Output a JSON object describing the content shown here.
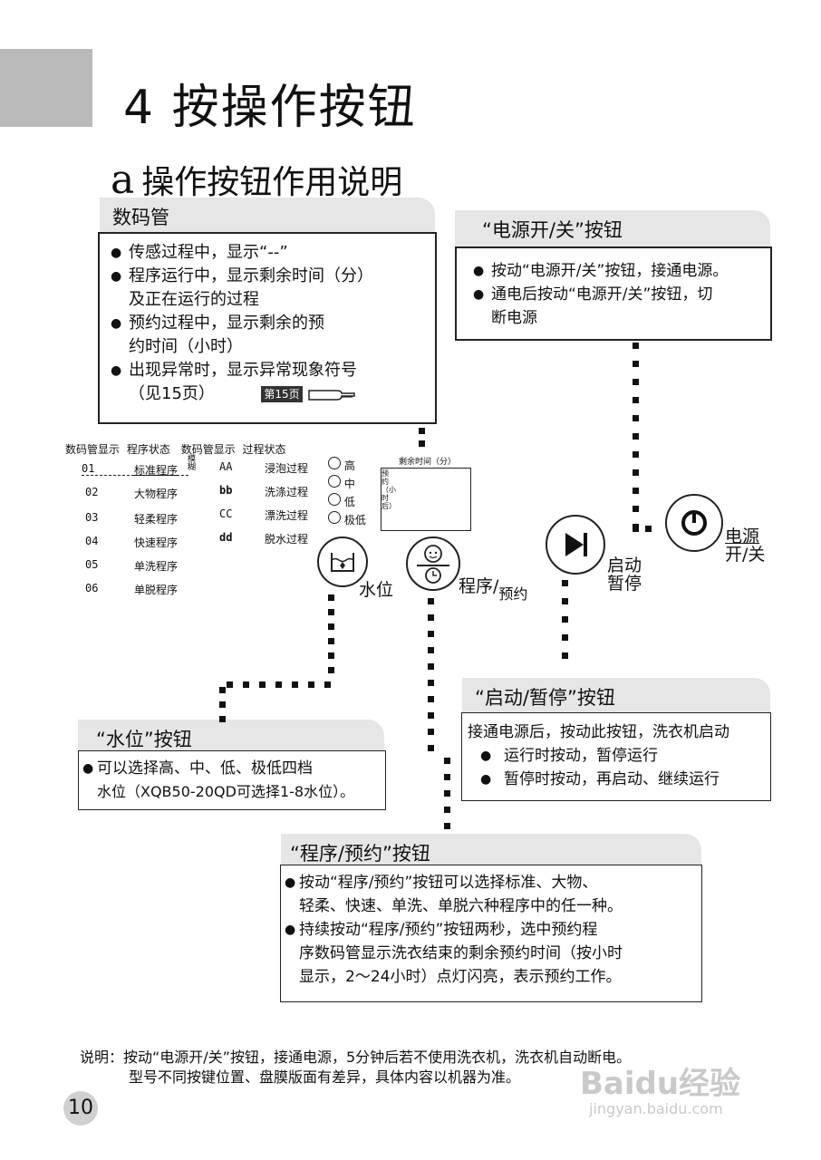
{
  "page": {
    "title": "4 按操作按钮",
    "subtitle_letter": "a",
    "subtitle_text": "操作按钮作用说明",
    "page_number": "10"
  },
  "display_section": {
    "header": "数码管",
    "lines": [
      {
        "bullet": true,
        "text": "传感过程中，显示“--”"
      },
      {
        "bullet": true,
        "text": "程序运行中，显示剩余时间（分）"
      },
      {
        "bullet": false,
        "text": "及正在运行的过程"
      },
      {
        "bullet": true,
        "text": "预约过程中，显示剩余的预"
      },
      {
        "bullet": false,
        "text": "约时间（小时）"
      },
      {
        "bullet": true,
        "text": "出现异常时，显示异常现象符号"
      },
      {
        "bullet": false,
        "text": "（见15页）"
      }
    ],
    "page_ref_label": "第15页"
  },
  "power_section": {
    "header": "“电源开/关”按钮",
    "lines": [
      {
        "bullet": true,
        "text": "按动“电源开/关”按钮，接通电源。"
      },
      {
        "bullet": true,
        "text": "通电后按动“电源开/关”按钮，切"
      },
      {
        "bullet": false,
        "text": "断电源"
      }
    ]
  },
  "panel": {
    "headers": [
      "数码管显示",
      "程序状态",
      "数码管显示",
      "过程状态"
    ],
    "fuzzy_label": "模糊",
    "programs": [
      {
        "code": "01",
        "name": "标准程序"
      },
      {
        "code": "02",
        "name": "大物程序"
      },
      {
        "code": "03",
        "name": "轻柔程序"
      },
      {
        "code": "04",
        "name": "快速程序"
      },
      {
        "code": "05",
        "name": "单洗程序"
      },
      {
        "code": "06",
        "name": "单脱程序"
      }
    ],
    "processes": [
      {
        "code": "AA",
        "name": "浸泡过程"
      },
      {
        "code": "bb",
        "name": "洗涤过程"
      },
      {
        "code": "CC",
        "name": "漂洗过程"
      },
      {
        "code": "dd",
        "name": "脱水过程"
      }
    ],
    "water_levels": [
      "高",
      "中",
      "低",
      "极低"
    ],
    "time_box_label": "剩余时间（分）",
    "time_box_side": "预约（小时后）",
    "water_button": "水位",
    "program_button_a": "程序/",
    "program_button_b": "预约",
    "start_button_a": "启动",
    "start_button_b": "暂停",
    "power_button_a": "电源",
    "power_button_b": "开/关"
  },
  "start_section": {
    "header": "“启动/暂停”按钮",
    "lines": [
      {
        "bullet": false,
        "text": "接通电源后，按动此按钮，洗衣机启动"
      },
      {
        "bullet": true,
        "text": "运行时按动，暂停运行"
      },
      {
        "bullet": true,
        "text": "暂停时按动，再启动、继续运行"
      }
    ]
  },
  "water_section": {
    "header": "“水位”按钮",
    "lines": [
      {
        "bullet": true,
        "text": "可以选择高、中、低、极低四档"
      },
      {
        "bullet": false,
        "text": "水位（XQB50-20QD可选择1-8水位）。"
      }
    ]
  },
  "program_section": {
    "header": "“程序/预约”按钮",
    "lines": [
      {
        "bullet": true,
        "text": "按动“程序/预约”按钮可以选择标准、大物、"
      },
      {
        "bullet": false,
        "text": "轻柔、快速、单洗、单脱六种程序中的任一种。"
      },
      {
        "bullet": true,
        "text": "持续按动“程序/预约”按钮两秒，选中预约程"
      },
      {
        "bullet": false,
        "text": "序数码管显示洗衣结束的剩余预约时间（按小时"
      },
      {
        "bullet": false,
        "text": "显示，2～24小时）点灯闪亮，表示预约工作。"
      }
    ]
  },
  "footer_note": {
    "line1": "说明：按动“电源开/关”按钮，接通电源，5分钟后若不使用洗衣机，洗衣机自动断电。",
    "line2": "型号不同按键位置、盘膜版面有差异，具体内容以机器为准。"
  },
  "watermark": {
    "text": "Baidu经验",
    "url": "jingyan.baidu.com"
  }
}
